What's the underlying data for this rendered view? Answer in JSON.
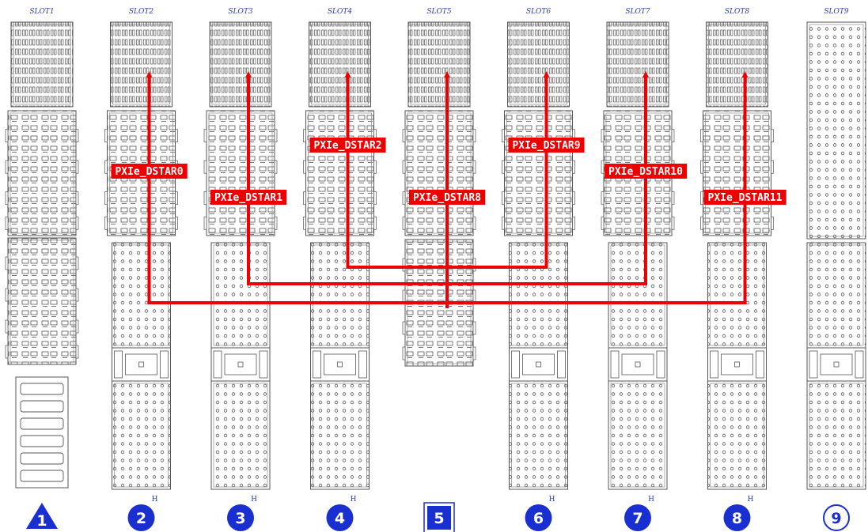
{
  "diagram": {
    "slots": [
      {
        "slot_label": "SLOT1",
        "number": "1",
        "number_shape": "triangle",
        "hybrid_mark": "",
        "connectors": "system"
      },
      {
        "slot_label": "SLOT2",
        "number": "2",
        "number_shape": "circle",
        "hybrid_mark": "H",
        "connectors": "hybrid"
      },
      {
        "slot_label": "SLOT3",
        "number": "3",
        "number_shape": "circle",
        "hybrid_mark": "H",
        "connectors": "hybrid"
      },
      {
        "slot_label": "SLOT4",
        "number": "4",
        "number_shape": "circle",
        "hybrid_mark": "H",
        "connectors": "hybrid"
      },
      {
        "slot_label": "SLOT5",
        "number": "5",
        "number_shape": "square",
        "hybrid_mark": "",
        "connectors": "timing"
      },
      {
        "slot_label": "SLOT6",
        "number": "6",
        "number_shape": "circle",
        "hybrid_mark": "H",
        "connectors": "hybrid"
      },
      {
        "slot_label": "SLOT7",
        "number": "7",
        "number_shape": "circle",
        "hybrid_mark": "H",
        "connectors": "hybrid"
      },
      {
        "slot_label": "SLOT8",
        "number": "8",
        "number_shape": "circle",
        "hybrid_mark": "H",
        "connectors": "hybrid"
      },
      {
        "slot_label": "SLOT9",
        "number": "9",
        "number_shape": "circle-outline",
        "hybrid_mark": "",
        "connectors": "pxi1"
      }
    ],
    "signals": [
      {
        "label": "PXIe_DSTAR0",
        "slot_index": 1
      },
      {
        "label": "PXIe_DSTAR1",
        "slot_index": 2
      },
      {
        "label": "PXIe_DSTAR2",
        "slot_index": 3
      },
      {
        "label": "PXIe_DSTAR8",
        "slot_index": 4
      },
      {
        "label": "PXIe_DSTAR9",
        "slot_index": 5
      },
      {
        "label": "PXIe_DSTAR10",
        "slot_index": 6
      },
      {
        "label": "PXIe_DSTAR11",
        "slot_index": 7
      }
    ],
    "colors": {
      "signal": "#ee0000",
      "slot_number": "#1a2fd0",
      "slot_label": "#2a3da8",
      "connector_outline": "#555555"
    }
  }
}
